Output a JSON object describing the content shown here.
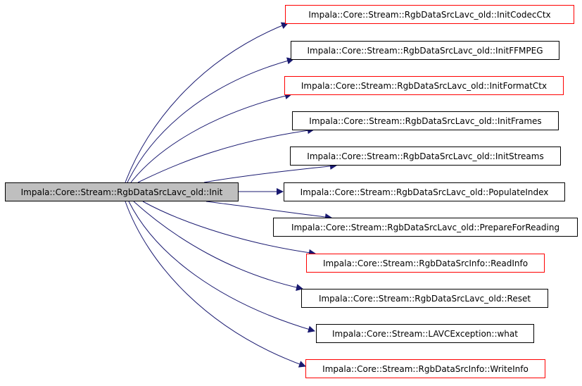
{
  "colors": {
    "edge": "#191970",
    "default_border": "#000000",
    "missing_doc_border": "#ff0000",
    "root_fill": "#bfbfbf",
    "node_fill": "#ffffff"
  },
  "root": {
    "label": "Impala::Core::Stream::RgbDataSrcLavc_old::Init"
  },
  "callees": [
    {
      "id": "init-codec-ctx",
      "label": "Impala::Core::Stream::RgbDataSrcLavc_old::InitCodecCtx",
      "border": "red"
    },
    {
      "id": "init-ffmpeg",
      "label": "Impala::Core::Stream::RgbDataSrcLavc_old::InitFFMPEG",
      "border": "black"
    },
    {
      "id": "init-format-ctx",
      "label": "Impala::Core::Stream::RgbDataSrcLavc_old::InitFormatCtx",
      "border": "red"
    },
    {
      "id": "init-frames",
      "label": "Impala::Core::Stream::RgbDataSrcLavc_old::InitFrames",
      "border": "black"
    },
    {
      "id": "init-streams",
      "label": "Impala::Core::Stream::RgbDataSrcLavc_old::InitStreams",
      "border": "black"
    },
    {
      "id": "populate-index",
      "label": "Impala::Core::Stream::RgbDataSrcLavc_old::PopulateIndex",
      "border": "black"
    },
    {
      "id": "prepare-for-reading",
      "label": "Impala::Core::Stream::RgbDataSrcLavc_old::PrepareForReading",
      "border": "black"
    },
    {
      "id": "read-info",
      "label": "Impala::Core::Stream::RgbDataSrcInfo::ReadInfo",
      "border": "red"
    },
    {
      "id": "reset",
      "label": "Impala::Core::Stream::RgbDataSrcLavc_old::Reset",
      "border": "black"
    },
    {
      "id": "what",
      "label": "Impala::Core::Stream::LAVCException::what",
      "border": "black"
    },
    {
      "id": "write-info",
      "label": "Impala::Core::Stream::RgbDataSrcInfo::WriteInfo",
      "border": "red"
    }
  ]
}
